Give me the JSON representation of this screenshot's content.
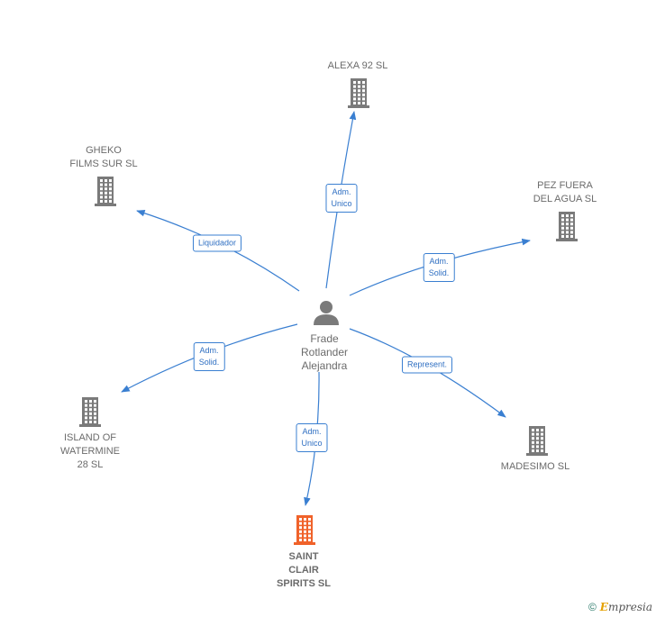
{
  "center": {
    "name": "Frade\nRotlander\nAlejandra"
  },
  "nodes": [
    {
      "id": "alexa",
      "name": "ALEXA 92  SL",
      "highlight": false
    },
    {
      "id": "gheko",
      "name": "GHEKO\nFILMS SUR SL",
      "highlight": false
    },
    {
      "id": "pez",
      "name": "PEZ FUERA\nDEL AGUA  SL",
      "highlight": false
    },
    {
      "id": "island",
      "name": "ISLAND OF\nWATERMINE\n28  SL",
      "highlight": false
    },
    {
      "id": "madesimo",
      "name": "MADESIMO  SL",
      "highlight": false
    },
    {
      "id": "saint",
      "name": "SAINT\nCLAIR\nSPIRITS  SL",
      "highlight": true
    }
  ],
  "edges": [
    {
      "to": "alexa",
      "label": "Adm.\nUnico"
    },
    {
      "to": "gheko",
      "label": "Liquidador"
    },
    {
      "to": "pez",
      "label": "Adm.\nSolid."
    },
    {
      "to": "island",
      "label": "Adm.\nSolid."
    },
    {
      "to": "madesimo",
      "label": "Represent."
    },
    {
      "to": "saint",
      "label": "Adm.\nUnico"
    }
  ],
  "colors": {
    "edge": "#3a7fd1",
    "building": "#7a7a7a",
    "building_highlight": "#f0622a",
    "person": "#7a7a7a"
  },
  "footer": {
    "copyright": "©",
    "brand_initial": "E",
    "brand_rest": "mpresia"
  }
}
